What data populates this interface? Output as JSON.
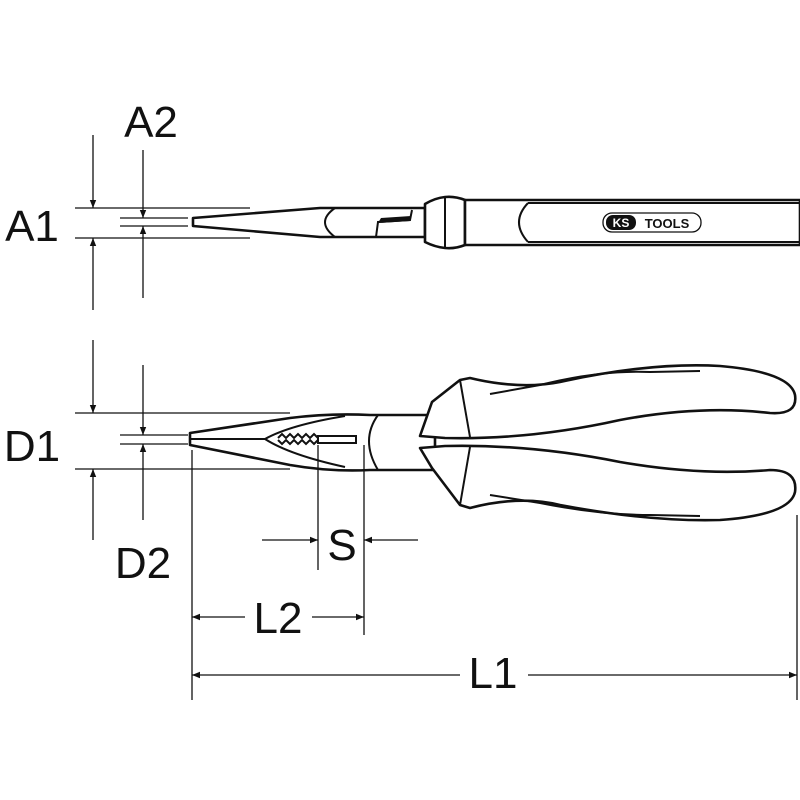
{
  "labels": {
    "a1": "A1",
    "a2": "A2",
    "d1": "D1",
    "d2": "D2",
    "s": "S",
    "l1": "L1",
    "l2": "L2"
  },
  "logo": {
    "text": "KS TOOLS"
  },
  "colors": {
    "line": "#111111",
    "background": "#ffffff"
  }
}
